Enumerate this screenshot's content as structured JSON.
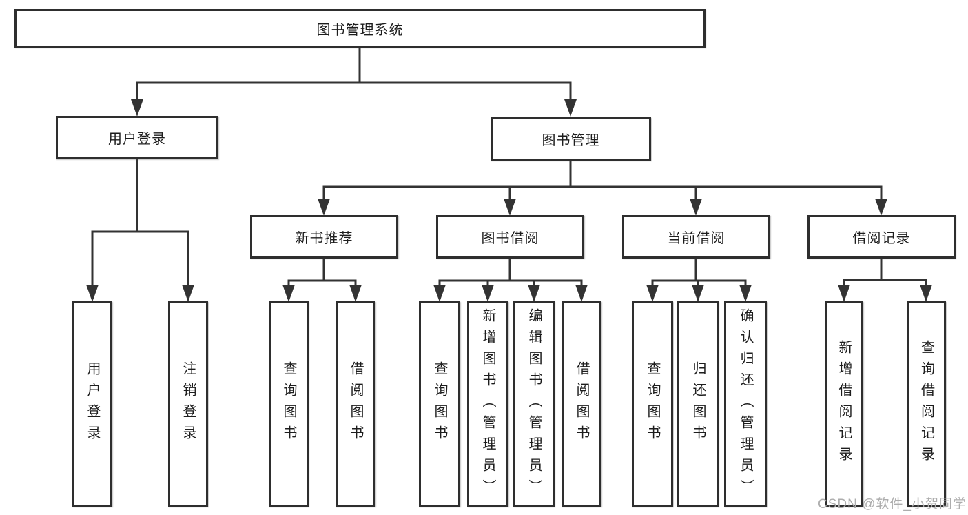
{
  "diagram": {
    "root": "图书管理系统",
    "level2": [
      "用户登录",
      "图书管理"
    ],
    "level3": [
      "新书推荐",
      "图书借阅",
      "当前借阅",
      "借阅记录"
    ],
    "leaves_user_login": [
      "用户登录",
      "注销登录"
    ],
    "leaves_new_books": [
      "查询图书",
      "借阅图书"
    ],
    "leaves_book_borrow": [
      "查询图书",
      "新增图书（管理员）",
      "编辑图书（管理员）",
      "借阅图书"
    ],
    "leaves_current_borrow": [
      "查询图书",
      "归还图书",
      "确认归还（管理员）"
    ],
    "leaves_borrow_records": [
      "新增借阅记录",
      "查询借阅记录"
    ]
  },
  "watermark": "CSDN @软件_小贺同学",
  "colors": {
    "line": "#333333",
    "box_border": "#2e2e2e",
    "box_fill": "#ffffff",
    "text": "#1d1d1d",
    "watermark": "#adadad",
    "background": "#ffffff"
  }
}
